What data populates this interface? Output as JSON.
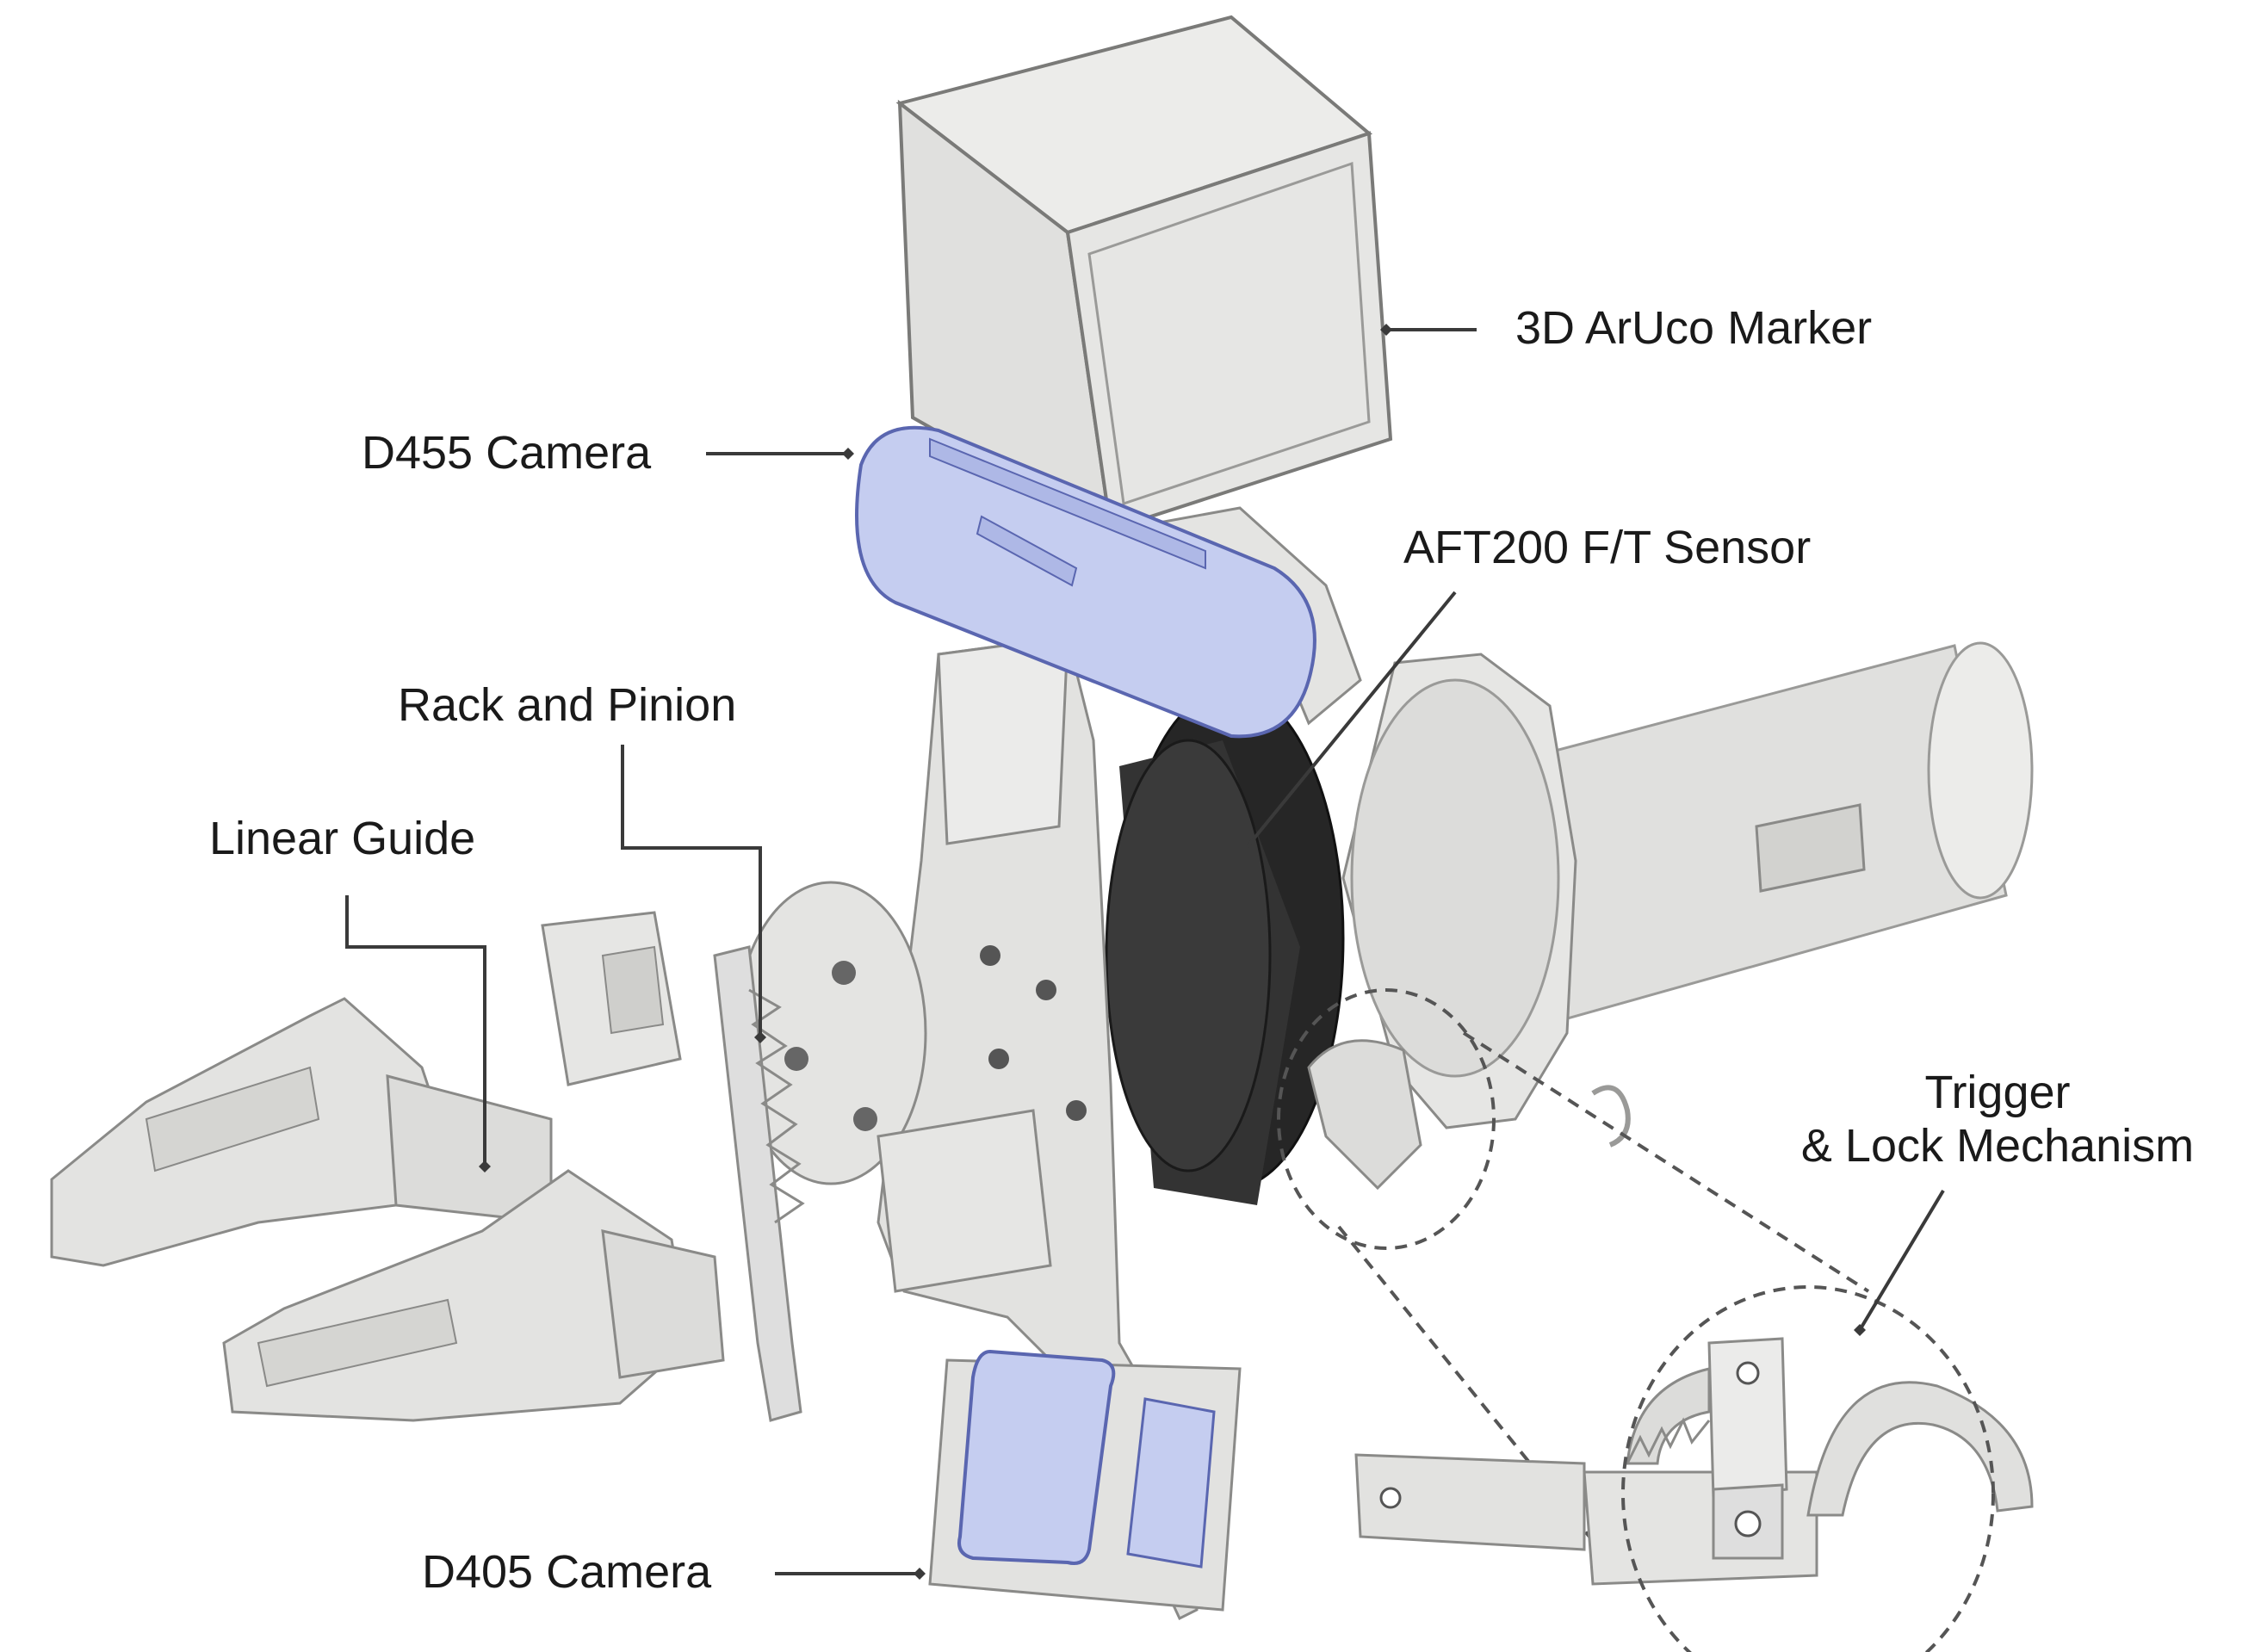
{
  "colors": {
    "part_fill": "#e4e4e2",
    "part_shade": "#cfcfcc",
    "part_edge": "#8a8a88",
    "camera_blue": "#c7cff0",
    "camera_edge": "#6470b8",
    "sensor_black": "#2b2b2b",
    "leader_line": "#3a3a3a"
  },
  "labels": {
    "aruco": "3D ArUco Marker",
    "d455": "D455 Camera",
    "aft200": "AFT200 F/T Sensor",
    "rack": "Rack and Pinion",
    "linear": "Linear Guide",
    "trigger_line1": "Trigger",
    "trigger_line2": "& Lock Mechanism",
    "d405": "D405 Camera"
  },
  "icons": [
    "diamond-marker-icon"
  ]
}
